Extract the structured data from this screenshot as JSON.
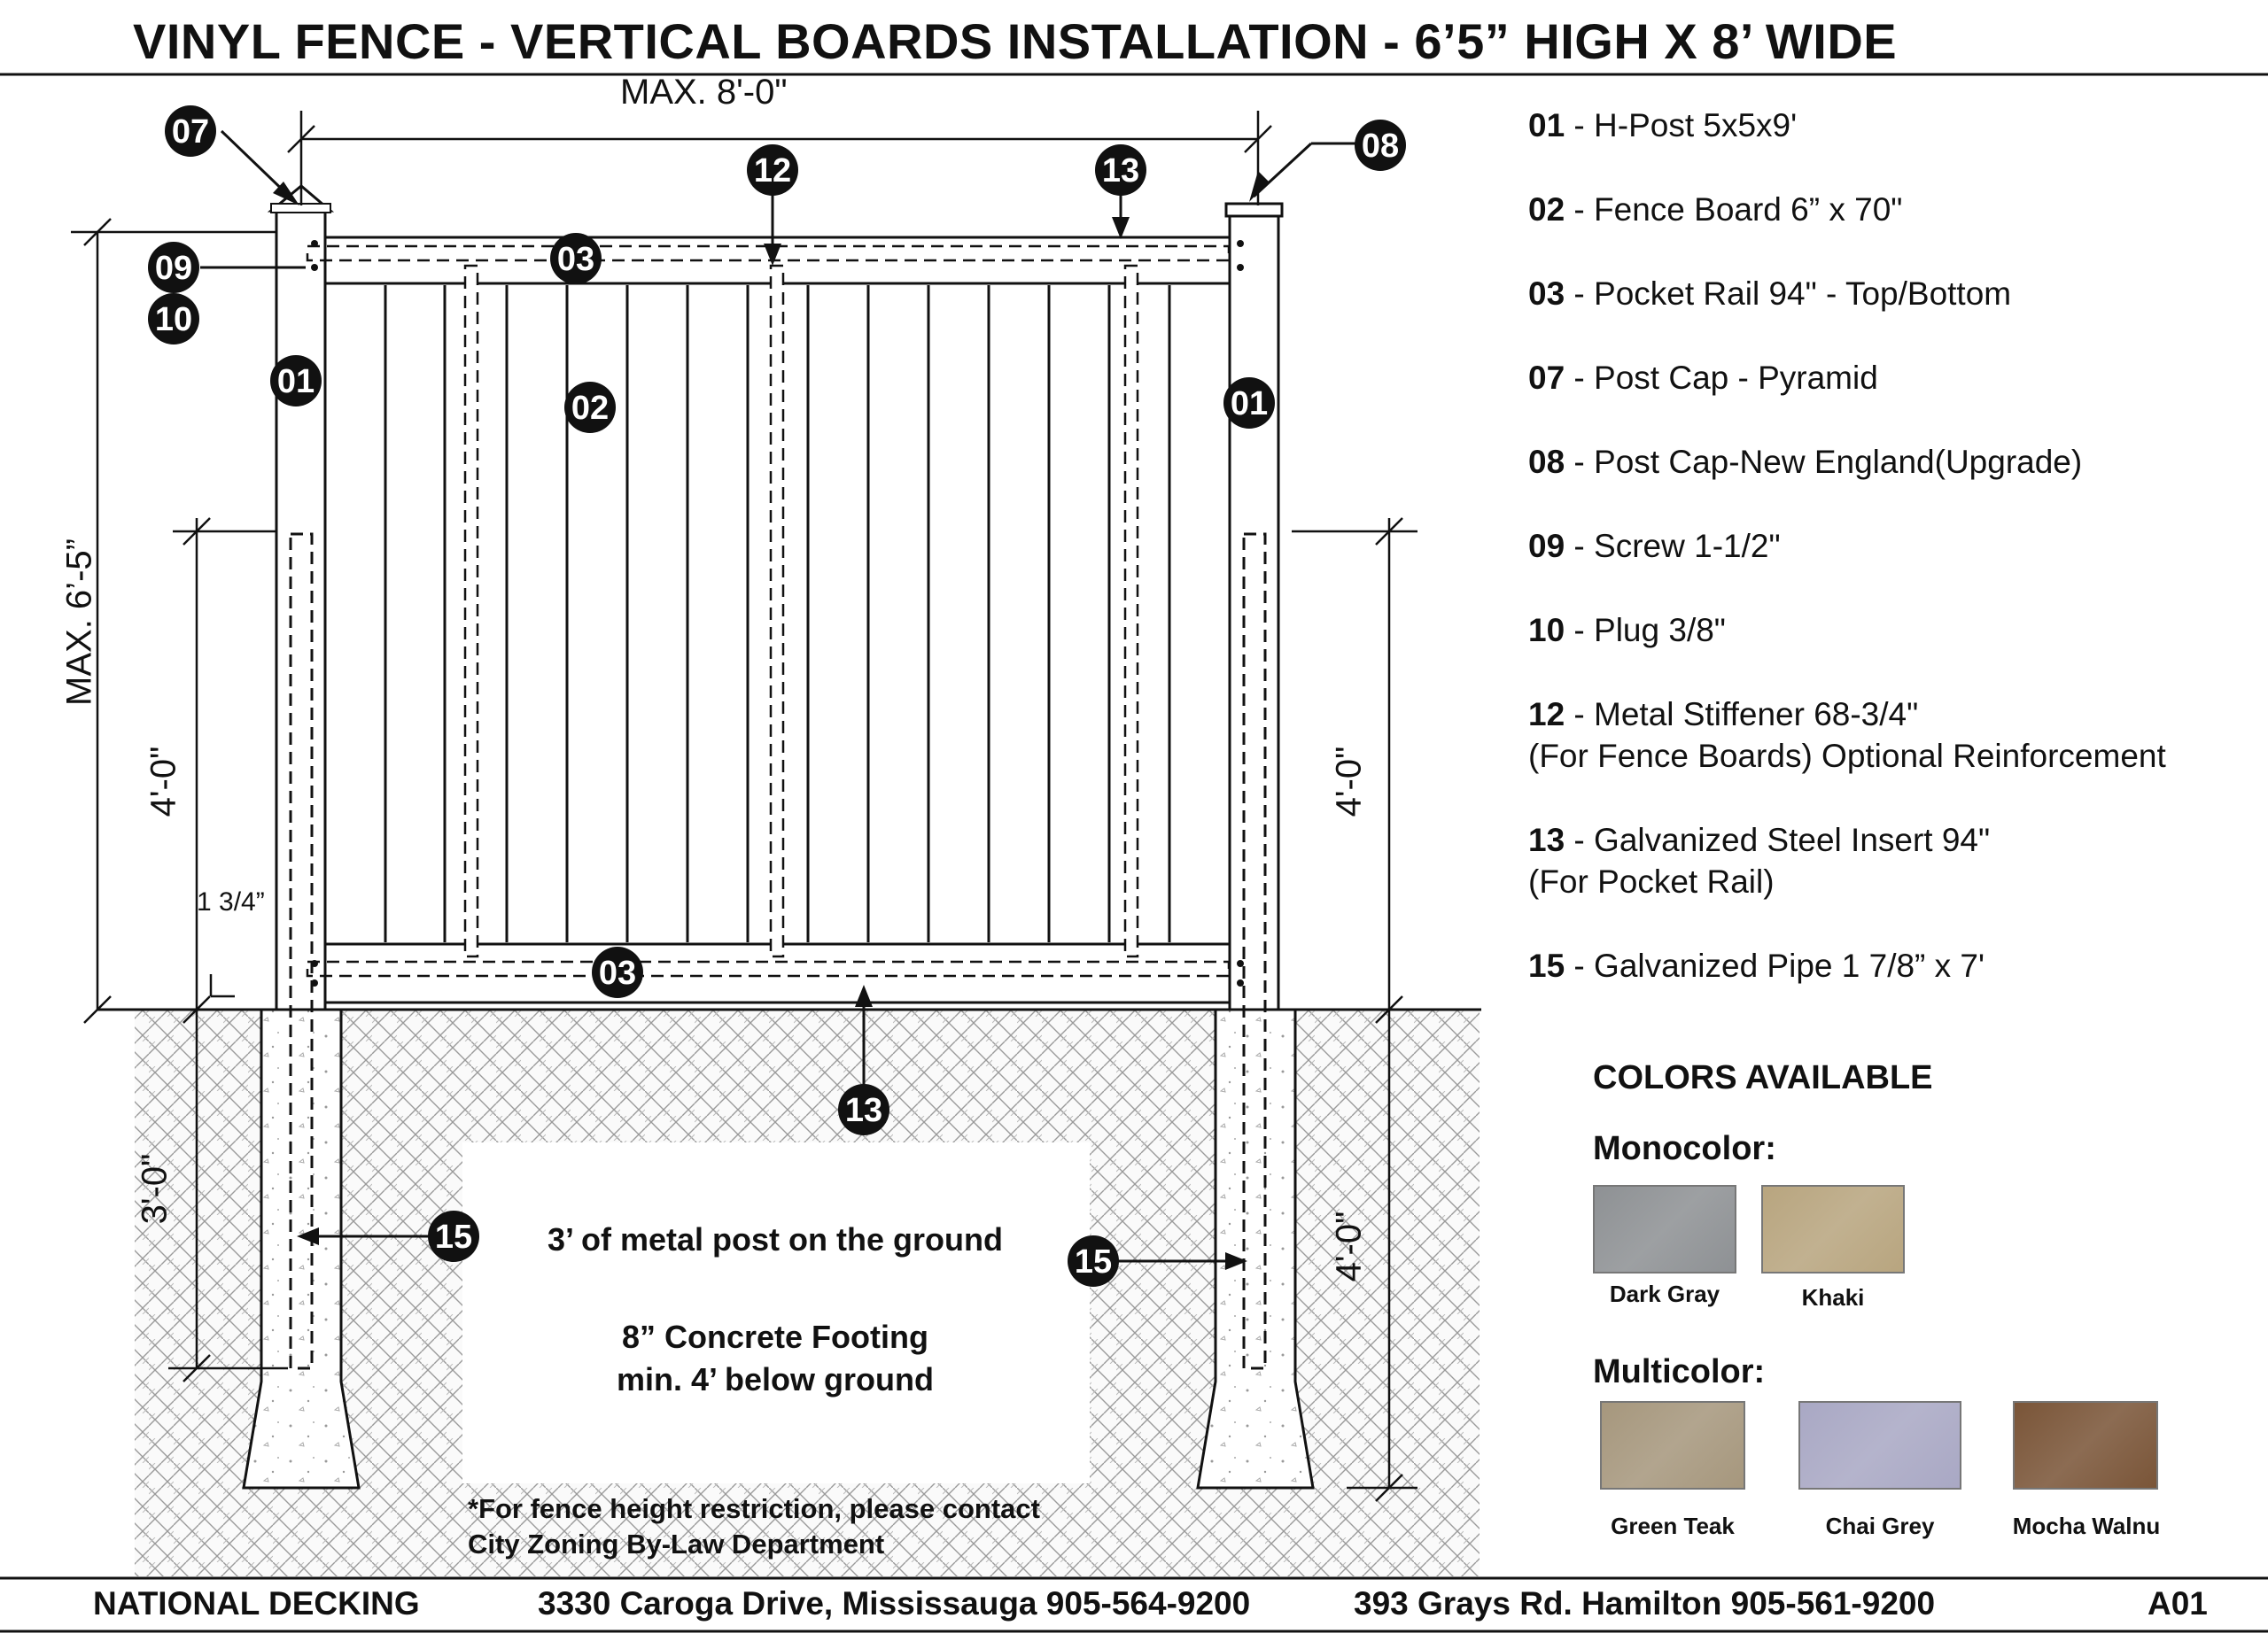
{
  "title": "VINYL FENCE - VERTICAL BOARDS INSTALLATION - 6’5” HIGH X 8’ WIDE",
  "dimensions": {
    "width": "MAX. 8'-0\"",
    "height": "MAX. 6’-5”",
    "post_above_left": "4'-0\"",
    "post_above_right": "4'-0\"",
    "below_left": "3'-0\"",
    "below_right": "4'-0\"",
    "offset": "1 3/4”"
  },
  "callouts": [
    "01",
    "02",
    "03",
    "07",
    "08",
    "09",
    "10",
    "12",
    "13",
    "15"
  ],
  "legend": [
    {
      "num": "01",
      "text": " - H-Post 5x5x9'"
    },
    {
      "num": "02",
      "text": " - Fence Board 6” x 70\""
    },
    {
      "num": "03",
      "text": " - Pocket Rail 94\" - Top/Bottom"
    },
    {
      "num": "07",
      "text": " - Post Cap - Pyramid"
    },
    {
      "num": "08",
      "text": " - Post Cap-New England(Upgrade)"
    },
    {
      "num": "09",
      "text": " - Screw 1-1/2\""
    },
    {
      "num": "10",
      "text": " - Plug 3/8\""
    },
    {
      "num": "12",
      "text": " - Metal Stiffener 68-3/4\"",
      "line2": "(For Fence Boards) Optional Reinforcement"
    },
    {
      "num": "13",
      "text": " - Galvanized Steel Insert 94\"",
      "line2": "(For Pocket Rail)"
    },
    {
      "num": "15",
      "text": " - Galvanized Pipe 1 7/8”  x 7'"
    }
  ],
  "colors": {
    "title": "COLORS AVAILABLE",
    "monocolor": {
      "title": "Monocolor:",
      "items": [
        {
          "label": "Dark Gray",
          "color": "#8e9194"
        },
        {
          "label": "Khaki",
          "color": "#b8a57f"
        }
      ]
    },
    "multicolor": {
      "title": "Multicolor:",
      "items": [
        {
          "label": "Green Teak",
          "color": "#a6977d"
        },
        {
          "label": "Chai Grey",
          "color": "#a9a8c4"
        },
        {
          "label": "Mocha Walnu",
          "color": "#7a5538"
        }
      ]
    }
  },
  "notes": {
    "metal_post": "3’ of metal post on the ground",
    "footing_line1": "8” Concrete Footing",
    "footing_line2": "min. 4’ below ground",
    "restriction_line1": "*For fence height restriction, please contact",
    "restriction_line2": "City Zoning By-Law Department"
  },
  "footer": {
    "company": "NATIONAL DECKING",
    "address1": "3330 Caroga Drive, Mississauga 905-564-9200",
    "address2": "393 Grays Rd. Hamilton 905-561-9200",
    "sheet": "A01"
  }
}
